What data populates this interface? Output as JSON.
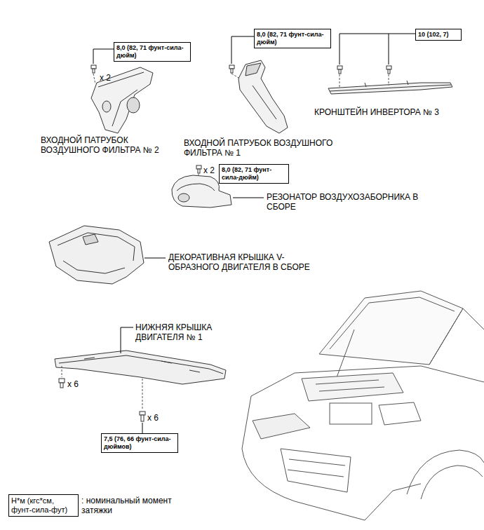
{
  "diagram": {
    "nodes": [
      {
        "text": [
          "8,0 (82, 71 фунт-сила-дюйм)"
        ]
      },
      {
        "text": [
          "8,0 (82, 71 фунт-сила-дюйм)"
        ]
      },
      {
        "text": [
          "10 (102, 7)"
        ]
      },
      {
        "text": [
          "8,0 (82, 71 фунт-сила-дюйм)"
        ]
      },
      {
        "text": [
          "7,5 (76, 66 фунт-сила-дюймов)"
        ]
      },
      {
        "text": [
          "Н*м (кгс*см, фунт-сила-фут)"
        ]
      }
    ],
    "labels": [
      "x 2",
      "ВХОДНОЙ ПАТРУБОК ВОЗДУШНОГО ФИЛЬТРА № 2",
      "ВХОДНОЙ ПАТРУБОК ВОЗДУШНОГО ФИЛЬТРА № 1",
      "КРОНШТЕЙН ИНВЕРТОРА № 3",
      "x 2",
      "РЕЗОНАТОР ВОЗДУХОЗАБОРНИКА В СБОРЕ",
      "ДЕКОРАТИВНАЯ КРЫШКА V-ОБРАЗНОГО ДВИГАТЕЛЯ В СБОРЕ",
      "НИЖНЯЯ КРЫШКА ДВИГАТЕЛЯ № 1",
      "x 6",
      "x 6",
      ": номинальный момент затяжки"
    ]
  }
}
